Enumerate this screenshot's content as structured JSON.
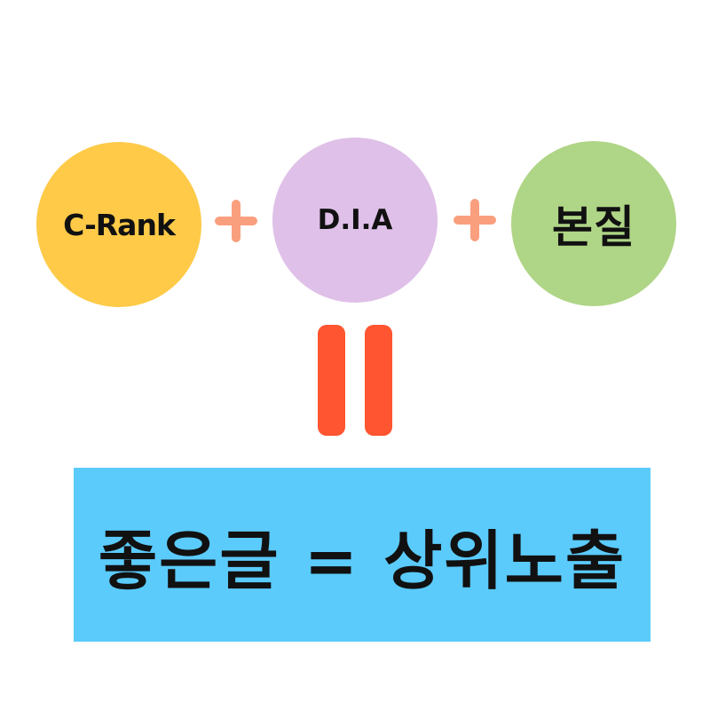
{
  "colors": {
    "circle_1": "#FECA48",
    "circle_2": "#DFC0E8",
    "circle_3": "#AFD586",
    "plus": "#F99F7E",
    "equals": "#FF5530",
    "result_box": "#5BCBFC",
    "text": "#111111"
  },
  "circles": [
    {
      "label": "C-Rank"
    },
    {
      "label": "D.I.A"
    },
    {
      "label": "본질"
    }
  ],
  "result": {
    "text": "좋은글 = 상위노출"
  }
}
